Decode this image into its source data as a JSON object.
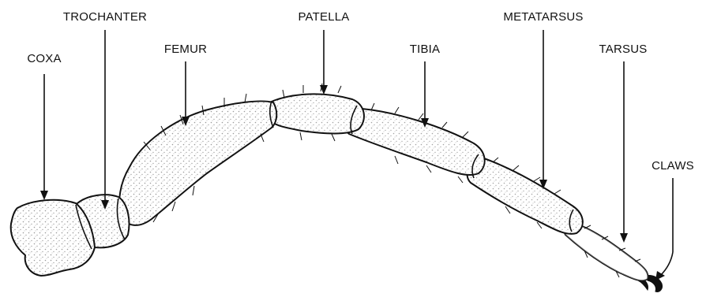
{
  "figure": {
    "labels": {
      "coxa": "COXA",
      "trochanter": "TROCHANTER",
      "femur": "FEMUR",
      "patella": "PATELLA",
      "tibia": "TIBIA",
      "metatarsus": "METATARSUS",
      "tarsus": "TARSUS",
      "claws": "CLAWS"
    },
    "colors": {
      "ink": "#111111",
      "background": "#ffffff"
    }
  }
}
